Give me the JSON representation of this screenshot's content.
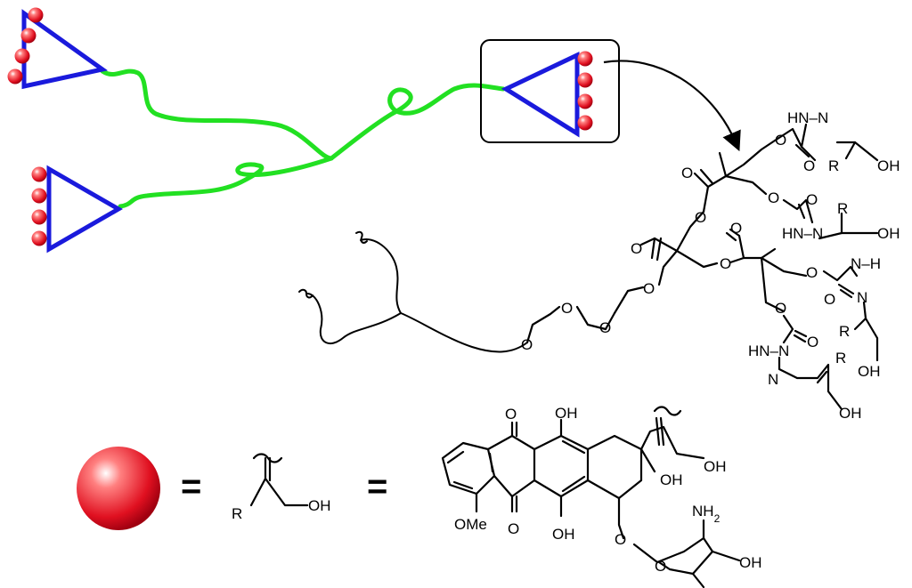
{
  "labels": {
    "nh_n_1": "HN–N",
    "o_1": "O",
    "r_1": "R",
    "oh_1": "OH",
    "o_2": "O",
    "o_3": "O",
    "o_4": "O",
    "hn_n_2": "HN–N",
    "r_2": "R",
    "oh_2": "OH",
    "o_5": "O",
    "o_6": "O",
    "o_7": "O",
    "o_8": "O",
    "o_9": "O",
    "nh_3": "N–H",
    "n_3": "N",
    "r_3": "R",
    "oh_3": "OH",
    "o_10": "O",
    "o_11": "O",
    "o_12": "O",
    "o_13": "O",
    "o_14": "O",
    "o_15": "O",
    "hn_n_4": "HN–N",
    "n_4": "N",
    "r_4": "R",
    "oh_4": "OH",
    "o_16": "O",
    "o_17": "O"
  },
  "legend": {
    "equals": "=",
    "r": "R",
    "oh": "OH"
  },
  "drug": {
    "o_top": "O",
    "oh_top": "OH",
    "oh_mid": "OH",
    "oh_side": "OH",
    "ome": "OMe",
    "o_bottom": "O",
    "oh_bottom": "OH",
    "nh2": "NH",
    "nh2_sub": "2",
    "o_glyco": "O",
    "o_ring": "O",
    "oh_sugar": "OH"
  },
  "colors": {
    "triangle": "#1a1adc",
    "polymer": "#22e022",
    "bead": "#e01020"
  }
}
